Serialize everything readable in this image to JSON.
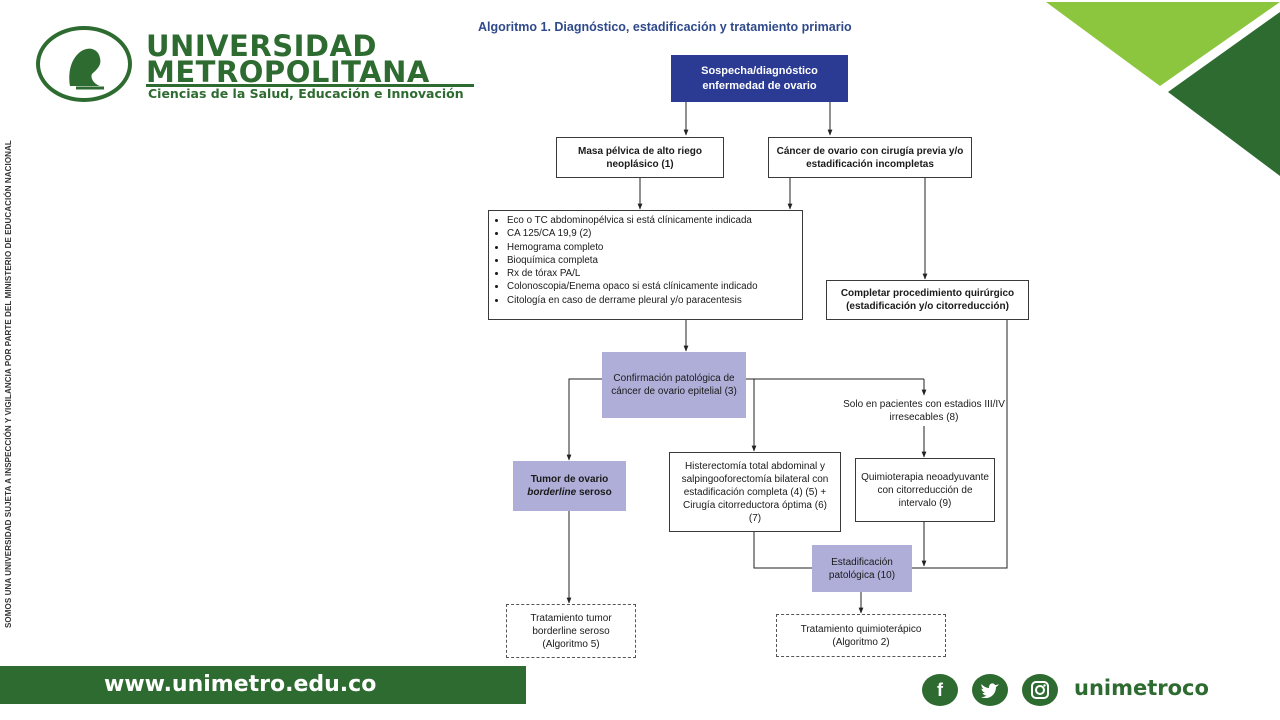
{
  "header": {
    "university_line1": "UNIVERSIDAD",
    "university_line2": "METROPOLITANA",
    "tagline": "Ciencias de la Salud, Educación e Innovación",
    "side_note": "SOMOS UNA UNIVERSIDAD SUJETA A INSPECCIÓN Y VIGILANCIA POR PARTE DEL MINISTERIO DE EDUCACIÓN NACIONAL"
  },
  "diagram": {
    "title": "Algoritmo 1. Diagnóstico, estadificación y tratamiento primario",
    "start": "Sospecha/diagnóstico enfermedad de ovario",
    "mass": "Masa pélvica de alto riego neoplásico (1)",
    "prior_surgery": "Cáncer de ovario con cirugía previa y/o estadificación incompletas",
    "workup": [
      "Eco o TC abdominopélvica si está clínicamente indicada",
      "CA 125/CA 19,9 (2)",
      "Hemograma completo",
      "Bioquímica completa",
      "Rx de tórax PA/L",
      "Colonoscopia/Enema opaco si está clínicamente indicado",
      "Citología en caso de derrame pleural y/o paracentesis"
    ],
    "complete_surgery": "Completar procedimiento quirúrgico (estadificación y/o citorreducción)",
    "confirmation": "Confirmación patológica de cáncer de ovario epitelial (3)",
    "stage_note": "Solo en pacientes con estadios III/IV irresecables (8)",
    "borderline_pre": "Tumor de ovario",
    "borderline_em": "borderline",
    "borderline_post": "seroso",
    "hysterectomy": "Histerectomía total abdominal y salpingooforectomía bilateral con estadificación completa (4) (5) + Cirugía citorreductora óptima (6) (7)",
    "neoadjuvant": "Quimioterapia neoadyuvante con citorreducción de intervalo (9)",
    "pathologic_staging": "Estadificación patológica (10)",
    "borderline_treatment": "Tratamiento tumor borderline seroso (Algoritmo 5)",
    "chemo_treatment": "Tratamiento quimioterápico (Algoritmo 2)"
  },
  "footer": {
    "url": "www.unimetro.edu.co",
    "handle": "unimetroco",
    "social_icons": [
      "facebook-icon",
      "twitter-icon",
      "instagram-icon"
    ]
  },
  "colors": {
    "brand_green": "#2e6b30",
    "light_green": "#8cc63f",
    "diagram_dark_blue": "#2b3a93",
    "diagram_lavender": "#aeaed8"
  }
}
